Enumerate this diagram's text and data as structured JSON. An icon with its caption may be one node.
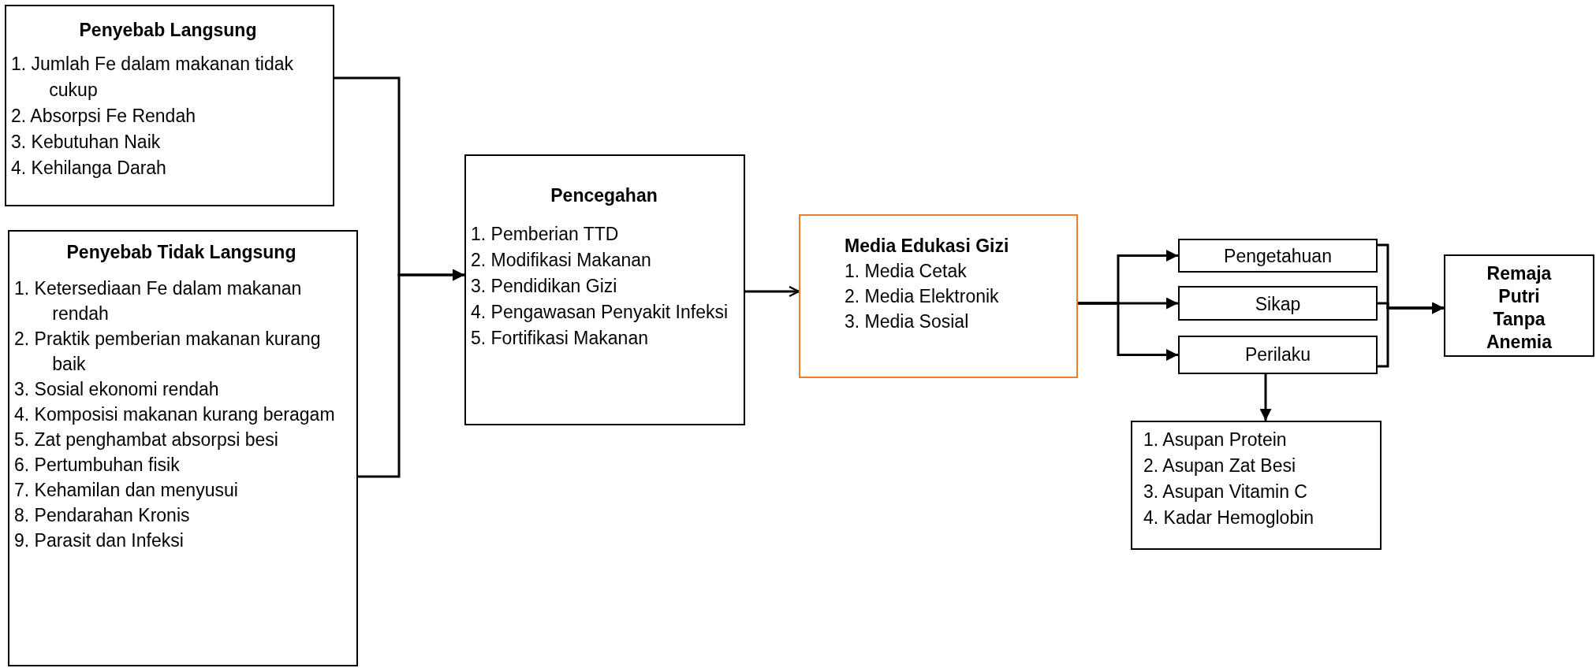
{
  "diagram": {
    "nodes": [
      {
        "text": [
          "Penyebab Langsung",
          "1. Jumlah Fe dalam makanan tidak cukup",
          "2. Absorpsi Fe Rendah",
          "3. Kebutuhan Naik",
          "4. Kehilanga Darah"
        ]
      },
      {
        "text": [
          "Penyebab Tidak Langsung",
          "1. Ketersediaan Fe dalam makanan rendah",
          "2. Praktik pemberian makanan kurang baik",
          "3. Sosial ekonomi rendah",
          "4. Komposisi makanan kurang beragam",
          "5. Zat penghambat absorpsi besi",
          "6. Pertumbuhan fisik",
          "7. Kehamilan dan menyusui",
          "8. Pendarahan Kronis",
          "9. Parasit dan Infeksi"
        ]
      },
      {
        "text": [
          "Pencegahan",
          "1. Pemberian TTD",
          "2. Modifikasi Makanan",
          "3. Pendidikan Gizi",
          "4. Pengawasan Penyakit Infeksi",
          "5. Fortifikasi Makanan"
        ]
      },
      {
        "text": [
          "Media Edukasi Gizi",
          "1. Media Cetak",
          "2. Media Elektronik",
          "3. Media Sosial"
        ]
      },
      {
        "text": [
          "Pengetahuan"
        ]
      },
      {
        "text": [
          "Sikap"
        ]
      },
      {
        "text": [
          "Perilaku"
        ]
      },
      {
        "text": [
          "Remaja Putri Tanpa Anemia"
        ]
      },
      {
        "text": [
          "1. Asupan Protein",
          "2. Asupan Zat Besi",
          "3. Asupan Vitamin C",
          "4. Kadar Hemoglobin"
        ]
      }
    ],
    "edges": [
      {
        "from": 0,
        "to": 2,
        "arrow": "to"
      },
      {
        "from": 1,
        "to": 2,
        "arrow": "to"
      },
      {
        "from": 2,
        "to": 3,
        "arrow": "to"
      },
      {
        "from": 3,
        "to": 4,
        "arrow": "to"
      },
      {
        "from": 3,
        "to": 5,
        "arrow": "to"
      },
      {
        "from": 3,
        "to": 6,
        "arrow": "to"
      },
      {
        "from": 4,
        "to": 7,
        "arrow": "to"
      },
      {
        "from": 5,
        "to": 7,
        "arrow": "to"
      },
      {
        "from": 6,
        "to": 7,
        "arrow": "to"
      },
      {
        "from": 6,
        "to": 8,
        "arrow": "to"
      }
    ]
  }
}
